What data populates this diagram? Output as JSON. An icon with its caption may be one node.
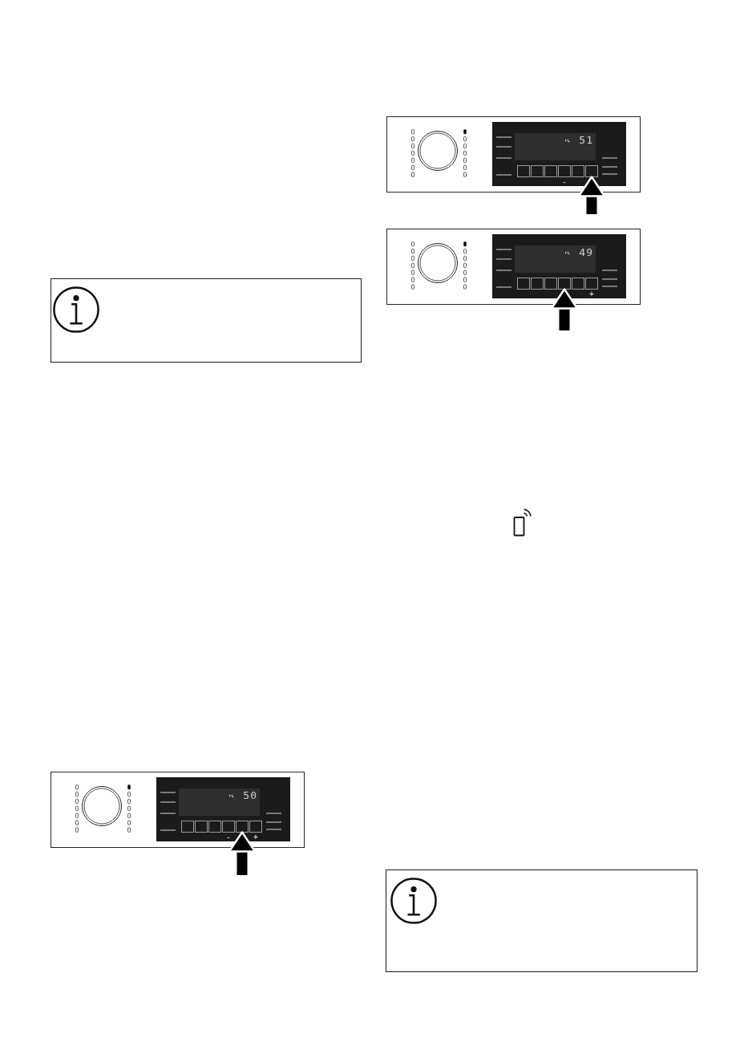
{
  "diagram": {
    "nodes": [
      {
        "text": [
          "50",
          "-",
          "+"
        ]
      },
      {
        "text": [],
        "shape": "box",
        "in": 0
      },
      {
        "text": [
          "51",
          "-"
        ]
      },
      {
        "text": [],
        "shape": "box",
        "in": 2
      },
      {
        "text": [
          "49",
          "+"
        ]
      },
      {
        "text": [],
        "shape": "box",
        "in": 4
      }
    ],
    "edges": [
      {
        "from": null,
        "to": 1,
        "arrow": "to"
      },
      {
        "from": null,
        "to": 3,
        "arrow": "to"
      },
      {
        "from": null,
        "to": 5,
        "arrow": "to"
      }
    ]
  }
}
